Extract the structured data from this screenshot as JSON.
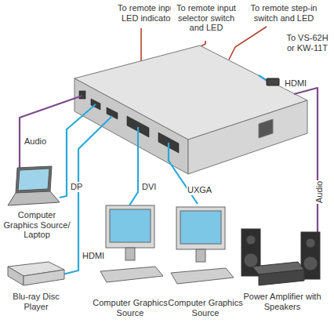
{
  "diagram": {
    "nodes": [
      {
        "text": [
          "Computer Graphics Source/ Laptop"
        ]
      },
      {
        "text": [
          "Blu-ray Disc Player"
        ]
      },
      {
        "text": [
          "Computer Graphics Source"
        ]
      },
      {
        "text": [
          "Computer Graphics Source"
        ]
      },
      {
        "text": [
          "Power Amplifier with Speakers"
        ]
      }
    ],
    "labels": [
      "To remote input LED indicator",
      "To remote input selector switch and LED",
      "To remote step-in switch and LED",
      "To VS-62H or KW-11T",
      "HDMI",
      "Audio",
      "DP",
      "HDMI",
      "DVI",
      "UXGA",
      "Audio"
    ]
  }
}
